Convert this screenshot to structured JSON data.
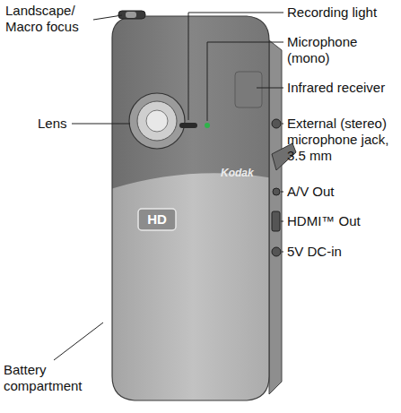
{
  "diagram": {
    "labels": [
      "Landscape/ Macro focus",
      "Recording light",
      "Microphone (mono)",
      "Infrared receiver",
      "Lens",
      "External (stereo) microphone jack, 3.5 mm",
      "Kodak",
      "A/V Out",
      "HD",
      "HDMI™ Out",
      "5V DC-in",
      "Battery compartment"
    ]
  }
}
